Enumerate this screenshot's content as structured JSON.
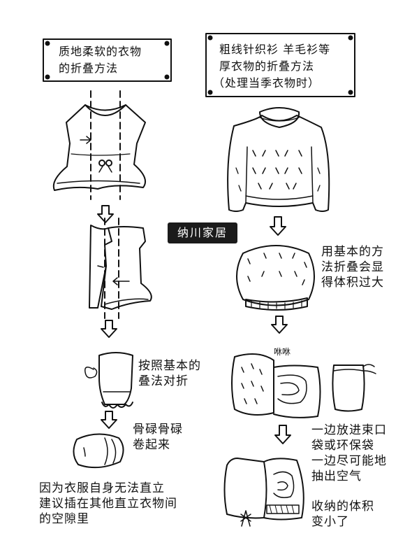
{
  "left_title": [
    "质地柔软的衣物",
    "的折叠方法"
  ],
  "right_title": [
    "粗线针织衫 羊毛衫等",
    "厚衣物的折叠方法",
    "（处理当季衣物时）"
  ],
  "watermark": "纳川家居",
  "right_note_1": [
    "用基本的方",
    "法折叠会显",
    "得体积过大"
  ],
  "left_note_1": [
    "按照基本的",
    "叠法对折"
  ],
  "left_note_2": [
    "骨碌骨碌",
    "卷起来"
  ],
  "left_note_3": [
    "因为衣服自身无法直立",
    "建议插在其他直立衣物间",
    "的空隙里"
  ],
  "sound_label": "咻咻",
  "right_note_2": [
    "一边放进束口",
    "袋或环保袋",
    "一边尽可能地",
    "抽出空气"
  ],
  "right_note_3": [
    "收纳的体积",
    "变小了"
  ]
}
